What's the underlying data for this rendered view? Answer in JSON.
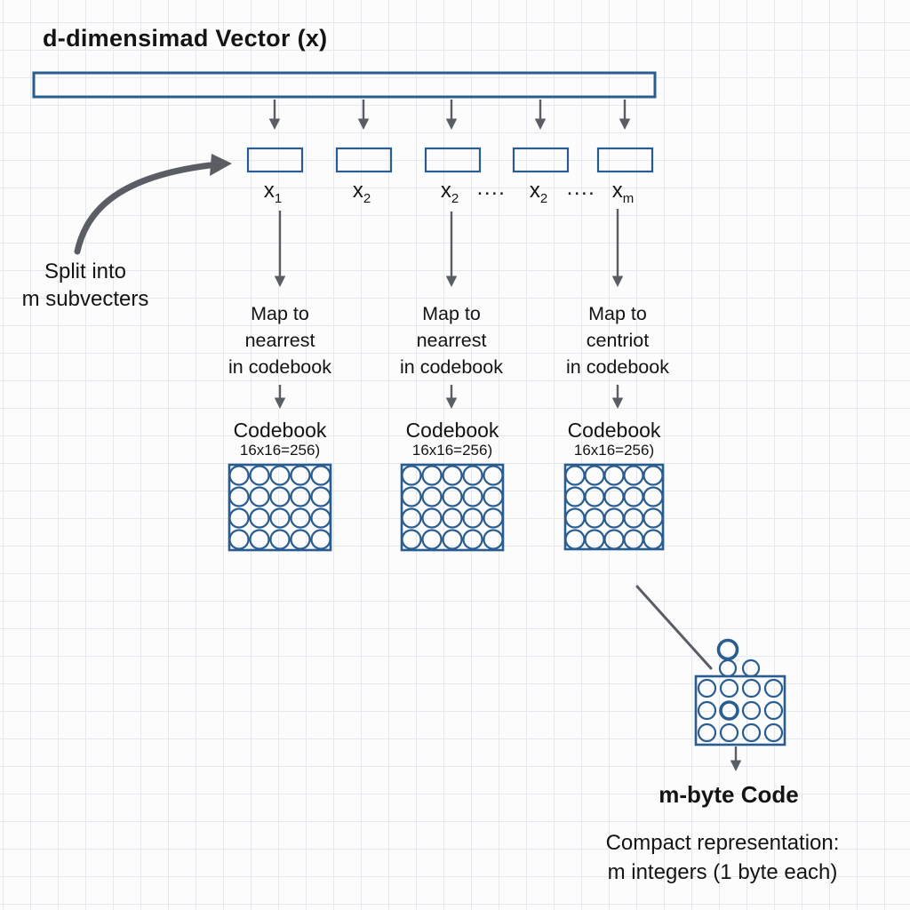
{
  "title": "d-dimensimad Vector (x)",
  "split_note": {
    "line1": "Split into",
    "line2": "m subvecters"
  },
  "dots_separator": "....",
  "subvector_labels": [
    {
      "base": "x",
      "sub": "1"
    },
    {
      "base": "x",
      "sub": "2"
    },
    {
      "base": "x",
      "sub": "2"
    },
    {
      "base": "x",
      "sub": "2"
    },
    {
      "base": "x",
      "sub": "m"
    }
  ],
  "map_blocks": [
    {
      "line1": "Map to",
      "line2": "nearrest",
      "line3": "in codebook"
    },
    {
      "line1": "Map to",
      "line2": "nearrest",
      "line3": "in codebook"
    },
    {
      "line1": "Map to",
      "line2": "centriot",
      "line3": "in codebook"
    }
  ],
  "codebooks": [
    {
      "title": "Codebook",
      "subtitle": "16x16=256)",
      "grid_cols": 5,
      "grid_rows": 4
    },
    {
      "title": "Codebook",
      "subtitle": "16x16=256)",
      "grid_cols": 5,
      "grid_rows": 4
    },
    {
      "title": "Codebook",
      "subtitle": "16x16=256)",
      "grid_cols": 5,
      "grid_rows": 4
    }
  ],
  "output": {
    "code_label": "m-byte Code",
    "note_line1": "Compact representation:",
    "note_line2": "m integers (1 byte each)",
    "box_cols": 4,
    "box_rows": 3
  },
  "colors": {
    "box_blue": "#2a5d8f",
    "arrow_gray": "#5a5e64",
    "text": "#141414",
    "grid_line": "#e5e8ec",
    "background": "#fcfcfd"
  }
}
